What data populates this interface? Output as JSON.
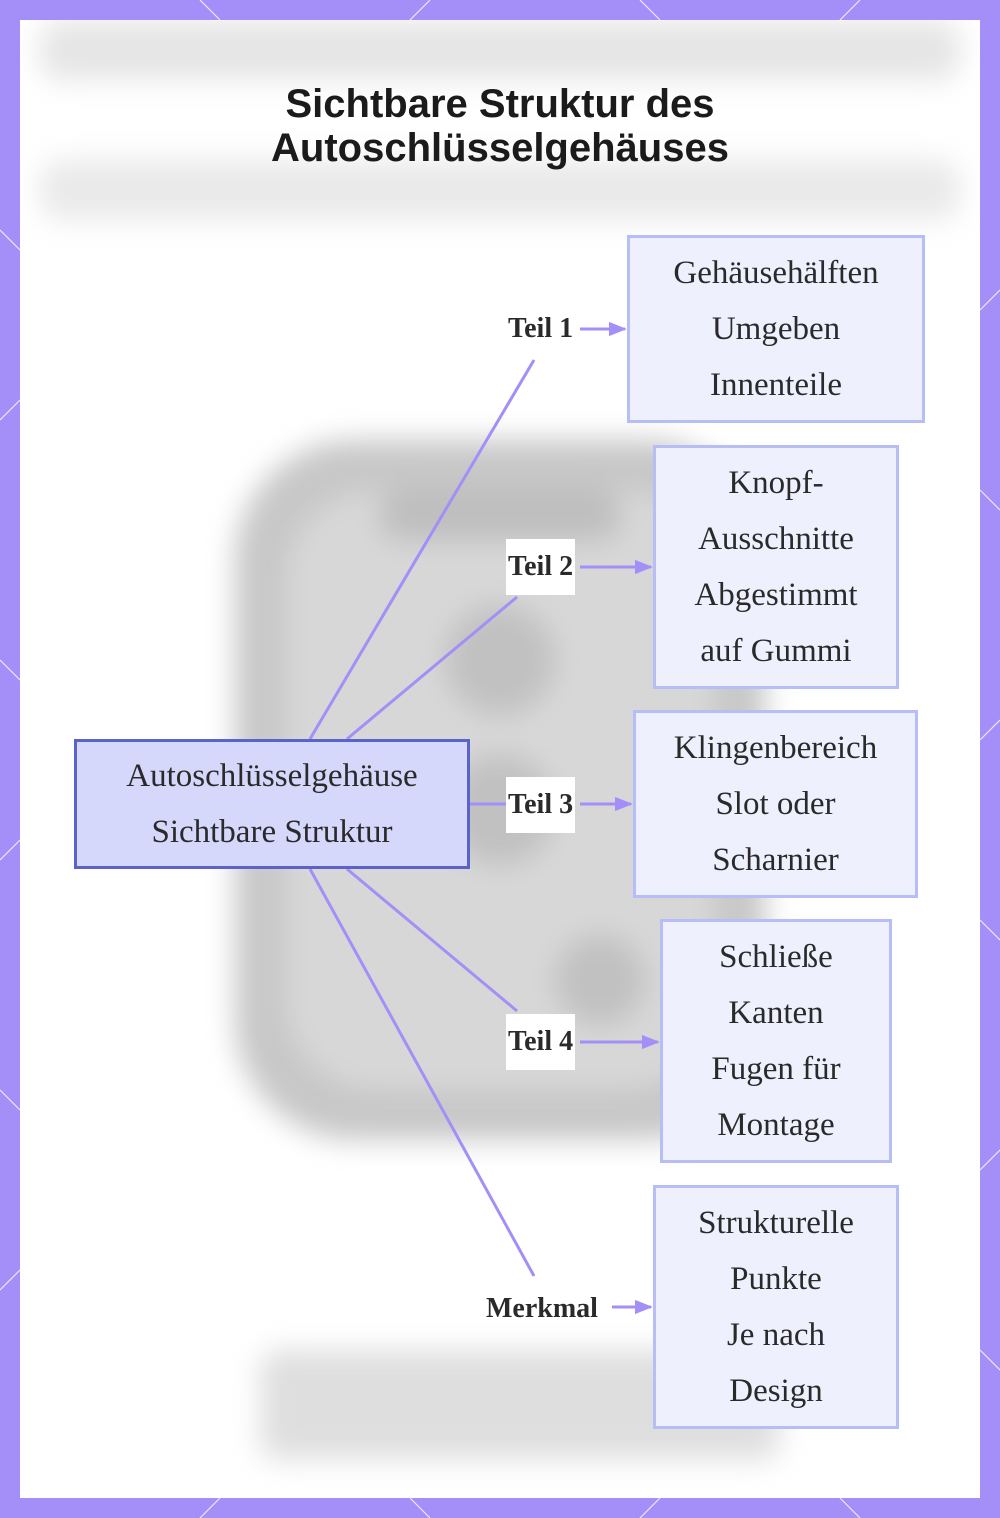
{
  "title": [
    "Sichtbare Struktur des",
    "Autoschlüsselgehäuses"
  ],
  "colors": {
    "frame": "#a48ef7",
    "edge": "#a48ef7",
    "node_fill": "#eef0fe",
    "node_border": "#b7bdf6",
    "root_fill": "#d5d8fb",
    "root_border": "#5a63c8"
  },
  "root": {
    "lines": [
      "Autoschlüsselgehäuse",
      "Sichtbare Struktur"
    ]
  },
  "branches": [
    {
      "label": "Teil 1",
      "lines": [
        "Gehäusehälften",
        "Umgeben",
        "Innenteile"
      ]
    },
    {
      "label": "Teil 2",
      "lines": [
        "Knopf-",
        "Ausschnitte",
        "Abgestimmt",
        "auf Gummi"
      ]
    },
    {
      "label": "Teil 3",
      "lines": [
        "Klingenbereich",
        "Slot oder",
        "Scharnier"
      ]
    },
    {
      "label": "Teil 4",
      "lines": [
        "Schließe",
        "Kanten",
        "Fugen für",
        "Montage"
      ]
    },
    {
      "label": "Merkmal",
      "lines": [
        "Strukturelle",
        "Punkte",
        "Je nach",
        "Design"
      ]
    }
  ]
}
